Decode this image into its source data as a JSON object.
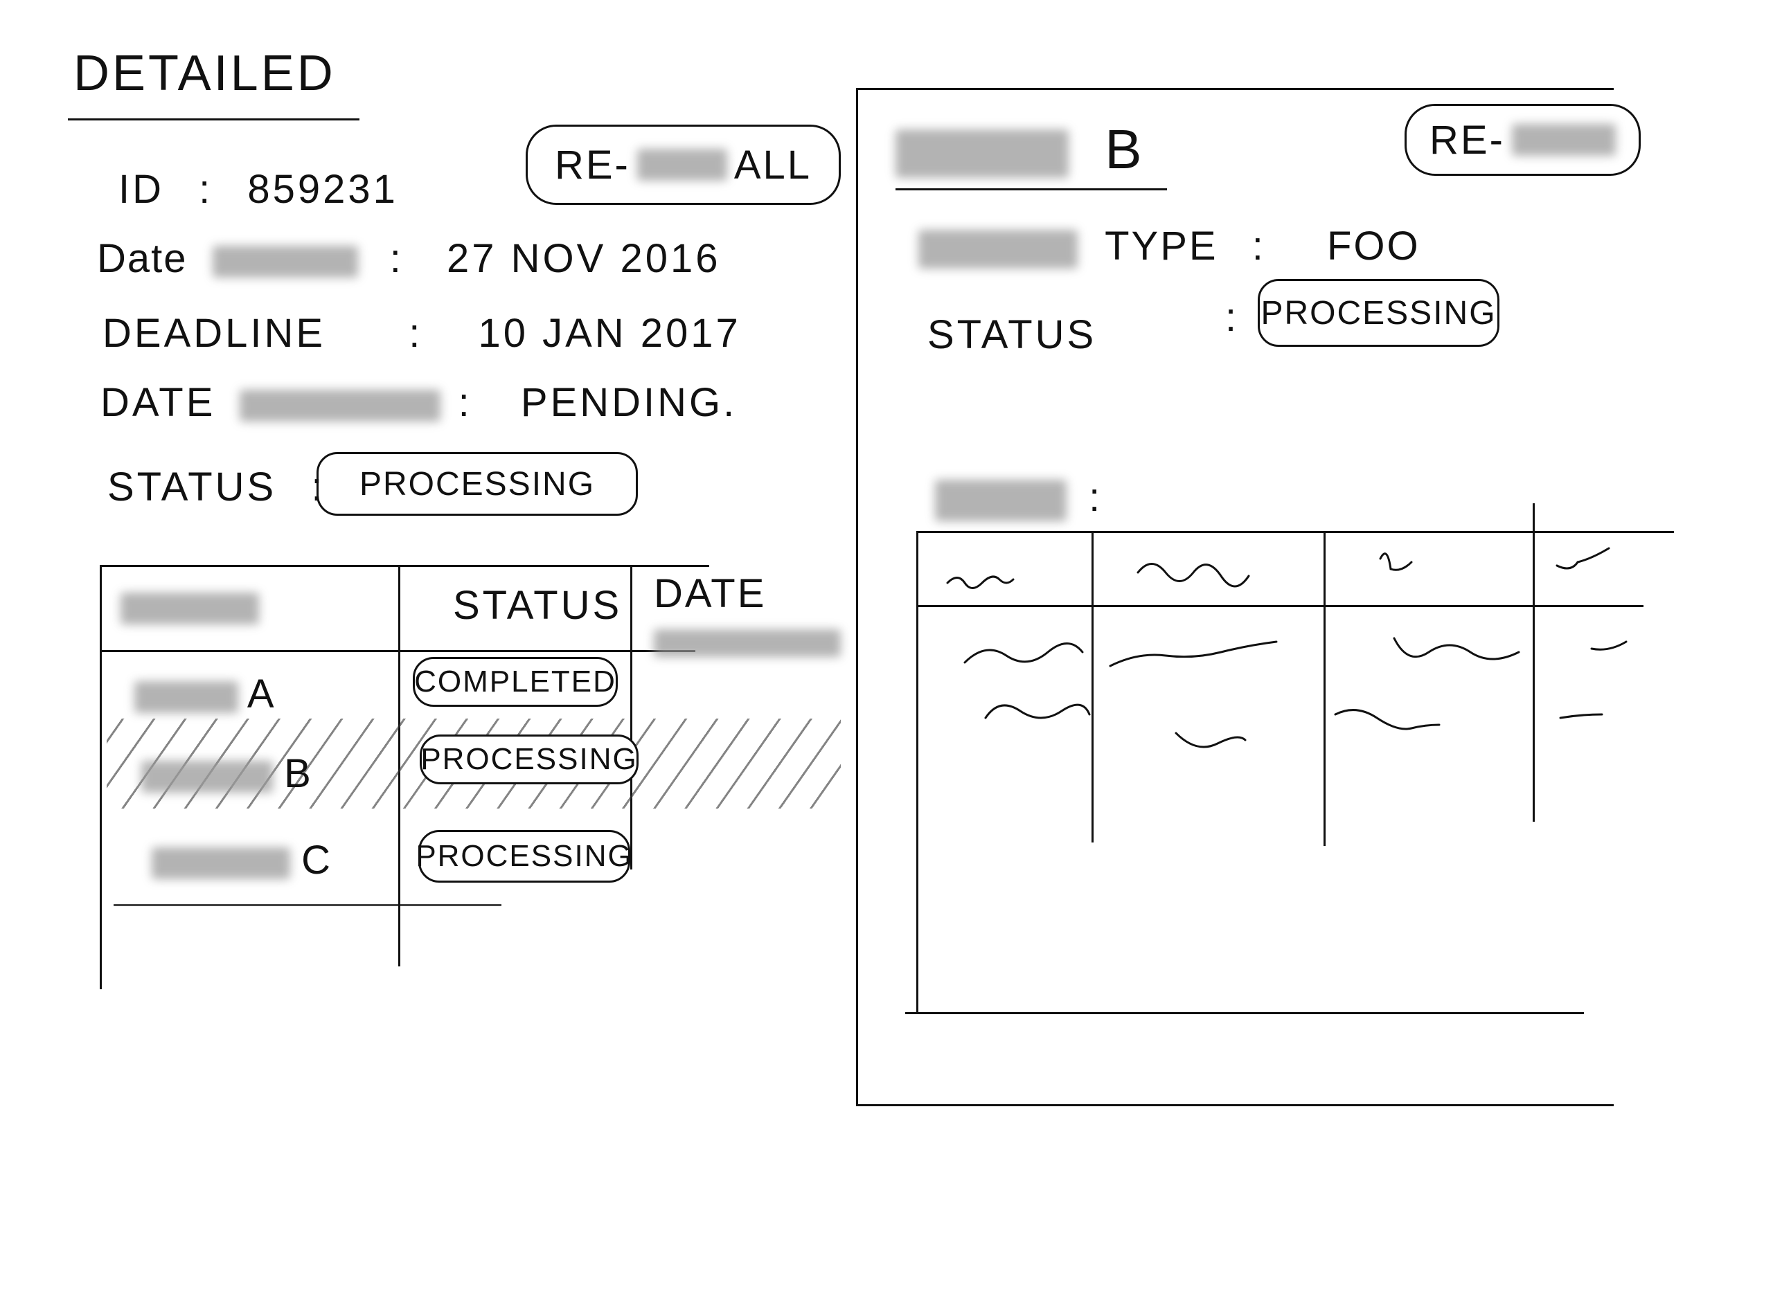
{
  "detail": {
    "title": "DETAILED",
    "re_all_button": {
      "prefix": "RE-",
      "suffix": "ALL"
    },
    "fields": [
      {
        "label": "ID",
        "value": "859231"
      },
      {
        "label": "Date",
        "value": "27 NOV 2016"
      },
      {
        "label": "DEADLINE",
        "value": "10 JAN 2017"
      },
      {
        "label": "DATE",
        "value": "PENDING."
      }
    ],
    "status_label": "STATUS",
    "status_value": "PROCESSING",
    "table": {
      "headers": [
        "",
        "STATUS",
        "DATE"
      ],
      "rows": [
        {
          "name_suffix": "A",
          "status": "COMPLETED",
          "highlighted": false
        },
        {
          "name_suffix": "B",
          "status": "PROCESSING",
          "highlighted": true
        },
        {
          "name_suffix": "C",
          "status": "PROCESSING",
          "highlighted": false
        }
      ]
    }
  },
  "panel": {
    "title_suffix": "B",
    "re_button_prefix": "RE-",
    "type_label": "TYPE",
    "type_value": "FOO",
    "status_label": "STATUS",
    "status_value": "PROCESSING",
    "colon": ":"
  }
}
